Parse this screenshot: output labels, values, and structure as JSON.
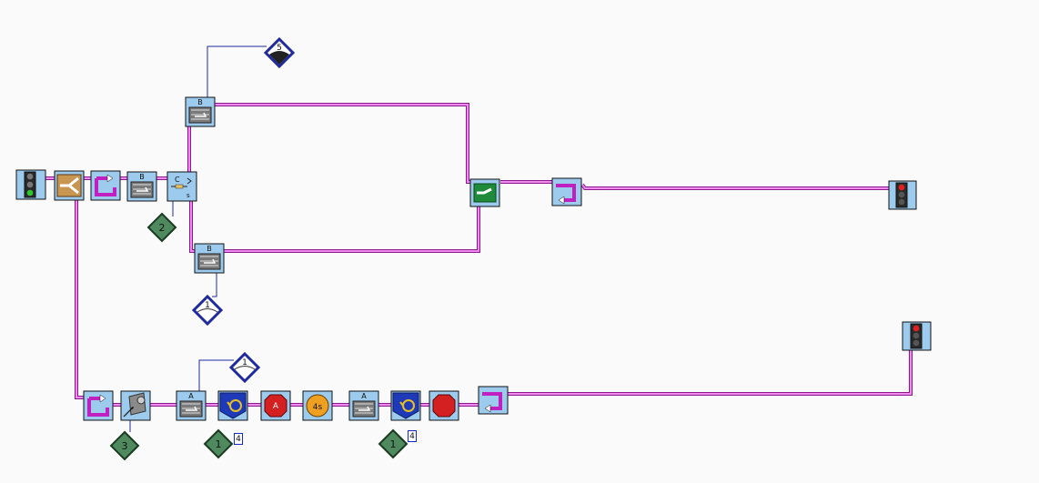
{
  "colors": {
    "wire": "#e060e0",
    "wire_dark": "#8a1a8a",
    "block_fill": "#9ccbee",
    "data_wire": "#1e2a9e",
    "diamond_green": "#4f8a5f",
    "diamond_blue_border": "#1e2a9e",
    "stop_red": "#d42020",
    "timer_orange": "#f0a020"
  },
  "program": {
    "blocks": [
      {
        "name": "start-traffic-light-icon",
        "label": ""
      },
      {
        "name": "fork-block-icon",
        "label": ""
      },
      {
        "name": "loop-start-icon",
        "label": ""
      },
      {
        "name": "motor-block-b",
        "label": "B"
      },
      {
        "name": "switch-block-c",
        "label": "C"
      },
      {
        "name": "motor-block-b-top",
        "label": "B"
      },
      {
        "name": "motor-block-b-bottom",
        "label": "B"
      },
      {
        "name": "merge-block-icon",
        "label": ""
      },
      {
        "name": "loop-end-icon",
        "label": ""
      },
      {
        "name": "end-traffic-light-icon",
        "label": ""
      },
      {
        "name": "loop-start-icon-lower",
        "label": ""
      },
      {
        "name": "sensor-block-icon",
        "label": ""
      },
      {
        "name": "motor-block-a-1",
        "label": "A"
      },
      {
        "name": "rotation-sensor-1",
        "label": ""
      },
      {
        "name": "stop-block-a-1",
        "label": "A"
      },
      {
        "name": "timer-block",
        "label": "4s"
      },
      {
        "name": "motor-block-a-2",
        "label": "A"
      },
      {
        "name": "rotation-sensor-2",
        "label": ""
      },
      {
        "name": "stop-block-2",
        "label": ""
      },
      {
        "name": "loop-end-icon-lower",
        "label": ""
      },
      {
        "name": "end-traffic-light-icon-lower",
        "label": ""
      }
    ],
    "diamonds": [
      {
        "name": "container-5-icon",
        "label": "5"
      },
      {
        "name": "container-2-icon",
        "label": "2"
      },
      {
        "name": "container-1-icon-mid",
        "label": "1"
      },
      {
        "name": "container-1-icon-lower",
        "label": "1"
      },
      {
        "name": "container-3-icon",
        "label": "3"
      },
      {
        "name": "container-1-green-a",
        "label": "1"
      },
      {
        "name": "container-1-green-b",
        "label": "1"
      }
    ],
    "numbers": [
      {
        "name": "port-number-4-a",
        "value": "4"
      },
      {
        "name": "port-number-4-b",
        "value": "4"
      }
    ]
  }
}
